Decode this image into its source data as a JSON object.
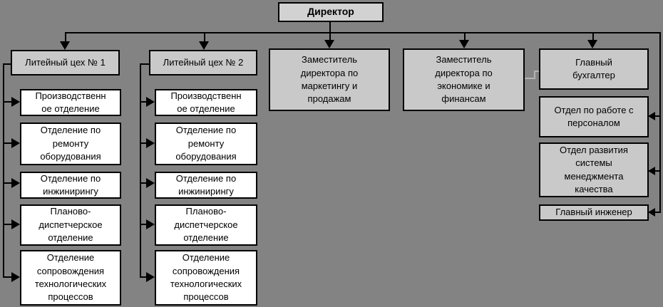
{
  "colors": {
    "background": "#838383",
    "node_fill": "#c9c9c9",
    "director_fill": "#d2d2d2",
    "child_fill": "#ffffff",
    "line": "#000000",
    "faint_line": "#b3b3b3"
  },
  "org": {
    "director": "Директор",
    "foundry1": "Литейный цех № 1",
    "foundry2": "Литейный цех № 2",
    "deputy_marketing": "Заместитель\nдиректора по\nмаркетингу и\nпродажам",
    "deputy_finance": "Заместитель\nдиректора по\nэкономике и\nфинансам",
    "chief_accountant": "Главный\nбухгалтер",
    "dept_production": "Производственн\nое отделение",
    "dept_equipment_repair": "Отделение по\nремонту\nоборудования",
    "dept_engineering": "Отделение по\nинжинирингу",
    "dept_planning": "Планово-\nдиспетчерское\nотделение",
    "dept_tech_support": "Отделение\nсопровождения\nтехнологических\nпроцессов",
    "hr_dept": "Отдел по работе с\nперсоналом",
    "qms_dept": "Отдел развития\nсистемы\nменеджмента\nкачества",
    "chief_engineer": "Главный инженер"
  }
}
